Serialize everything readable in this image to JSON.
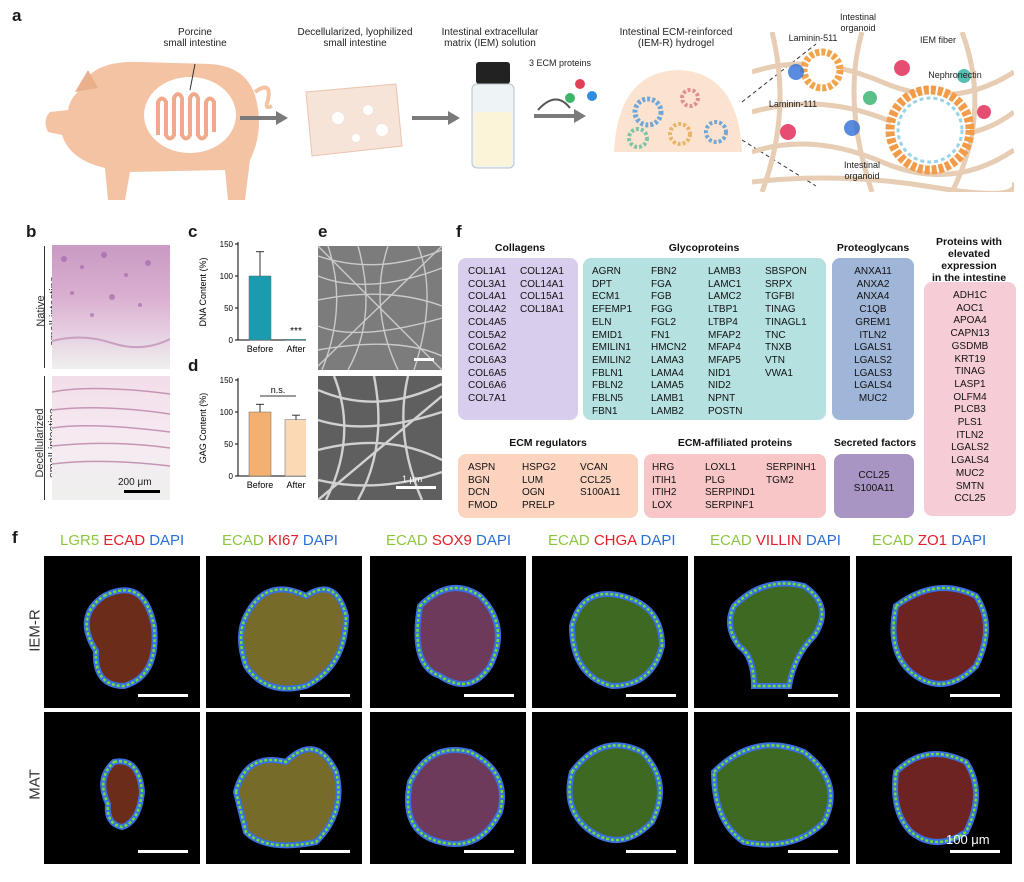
{
  "panels": {
    "a": "a",
    "b": "b",
    "c": "c",
    "d": "d",
    "e": "e",
    "f1": "f",
    "f2": "f"
  },
  "panel_a": {
    "pig_label": "Porcine\nsmall intestine",
    "step1": "Decellularized, lyophilized\nsmall intestine",
    "step2": "Intestinal extracellular\nmatrix (IEM) solution",
    "ecm_proteins": "3 ECM proteins",
    "hydrogel": "Intestinal ECM-reinforced\n(IEM-R) hydrogel",
    "callouts": {
      "lam511": "Laminin-511",
      "organoid_top": "Intestinal\norganoid",
      "iem_fiber": "IEM fiber",
      "nephronectin": "Nephronectin",
      "lam111": "Laminin-111",
      "organoid_bottom": "Intestinal\norganoid"
    }
  },
  "panel_b": {
    "native": "Native\nsmall intestine",
    "decell": "Decellularized\nsmall intestine",
    "scale": "200 μm"
  },
  "chart_data": [
    {
      "type": "bar",
      "panel": "c",
      "categories": [
        "Before",
        "After"
      ],
      "values": [
        100,
        1
      ],
      "errors": [
        38,
        0
      ],
      "ylabel": "DNA Content (%)",
      "ylim": [
        0,
        150
      ],
      "yticks": [
        0,
        50,
        100,
        150
      ],
      "annotation": "***",
      "colors": [
        "#1a9bb0",
        "#1a9bb0"
      ]
    },
    {
      "type": "bar",
      "panel": "d",
      "categories": [
        "Before",
        "After"
      ],
      "values": [
        100,
        88
      ],
      "errors": [
        12,
        7
      ],
      "ylabel": "GAG Content (%)",
      "ylim": [
        0,
        150
      ],
      "yticks": [
        0,
        50,
        100,
        150
      ],
      "annotation": "n.s.",
      "colors": [
        "#f3b071",
        "#fbd9b5"
      ]
    }
  ],
  "panel_e": {
    "scale": "1 μm"
  },
  "panel_f_table": {
    "collagens": {
      "title": "Collagens",
      "col1": [
        "COL1A1",
        "COL3A1",
        "COL4A1",
        "COL4A2",
        "COL4A5",
        "COL5A2",
        "COL6A2",
        "COL6A3",
        "COL6A5",
        "COL6A6",
        "COL7A1"
      ],
      "col2": [
        "COL12A1",
        "COL14A1",
        "COL15A1",
        "COL18A1"
      ]
    },
    "glycoproteins": {
      "title": "Glycoproteins",
      "col1": [
        "AGRN",
        "DPT",
        "ECM1",
        "EFEMP1",
        "ELN",
        "EMID1",
        "EMILIN1",
        "EMILIN2",
        "FBLN1",
        "FBLN2",
        "FBLN5",
        "FBN1"
      ],
      "col2": [
        "FBN2",
        "FGA",
        "FGB",
        "FGG",
        "FGL2",
        "FN1",
        "HMCN2",
        "LAMA3",
        "LAMA4",
        "LAMA5",
        "LAMB1",
        "LAMB2"
      ],
      "col3": [
        "LAMB3",
        "LAMC1",
        "LAMC2",
        "LTBP1",
        "LTBP4",
        "MFAP2",
        "MFAP4",
        "MFAP5",
        "NID1",
        "NID2",
        "NPNT",
        "POSTN"
      ],
      "col4": [
        "SBSPON",
        "SRPX",
        "TGFBI",
        "TINAG",
        "TINAGL1",
        "TNC",
        "TNXB",
        "VTN",
        "VWA1"
      ]
    },
    "proteoglycans": {
      "title": "Proteoglycans",
      "col1": [
        "ANXA11",
        "ANXA2",
        "ANXA4",
        "C1QB",
        "GREM1",
        "ITLN2",
        "LGALS1",
        "LGALS2",
        "LGALS3",
        "LGALS4",
        "MUC2"
      ]
    },
    "elevated": {
      "title": "Proteins with\nelevated expression\nin the intestine",
      "col1": [
        "ADH1C",
        "AOC1",
        "APOA4",
        "CAPN13",
        "GSDMB",
        "KRT19",
        "TINAG",
        "LASP1",
        "OLFM4",
        "PLCB3",
        "PLS1",
        "ITLN2",
        "LGALS2",
        "LGALS4",
        "MUC2",
        "SMTN",
        "CCL25"
      ]
    },
    "regulators": {
      "title": "ECM regulators",
      "col1": [
        "ASPN",
        "BGN",
        "DCN",
        "FMOD"
      ],
      "col2": [
        "HSPG2",
        "LUM",
        "OGN",
        "PRELP"
      ],
      "col3": [
        "VCAN",
        "CCL25",
        "S100A11"
      ]
    },
    "affiliated": {
      "title": "ECM-affiliated  proteins",
      "col1": [
        "HRG",
        "ITIH1",
        "ITIH2",
        "LOX"
      ],
      "col2": [
        "LOXL1",
        "PLG",
        "SERPIND1",
        "SERPINF1"
      ],
      "col3": [
        "SERPINH1",
        "TGM2"
      ]
    },
    "secreted": {
      "title": "Secreted factors",
      "col1": [
        "CCL25",
        "S100A11"
      ]
    }
  },
  "panel_f_images": {
    "rows": [
      "IEM-R",
      "MAT"
    ],
    "stains": [
      [
        {
          "t": "LGR5 ",
          "c": "#8cc63f"
        },
        {
          "t": "ECAD ",
          "c": "#e0202a"
        },
        {
          "t": "DAPI",
          "c": "#2a6fd6"
        }
      ],
      [
        {
          "t": "ECAD ",
          "c": "#8cc63f"
        },
        {
          "t": "KI67 ",
          "c": "#e0202a"
        },
        {
          "t": "DAPI",
          "c": "#2a6fd6"
        }
      ],
      [
        {
          "t": "ECAD ",
          "c": "#8cc63f"
        },
        {
          "t": "SOX9 ",
          "c": "#e0202a"
        },
        {
          "t": "DAPI",
          "c": "#2a6fd6"
        }
      ],
      [
        {
          "t": "ECAD ",
          "c": "#8cc63f"
        },
        {
          "t": "CHGA ",
          "c": "#e0202a"
        },
        {
          "t": "DAPI",
          "c": "#2a6fd6"
        }
      ],
      [
        {
          "t": "ECAD ",
          "c": "#8cc63f"
        },
        {
          "t": "VILLIN ",
          "c": "#e0202a"
        },
        {
          "t": "DAPI",
          "c": "#2a6fd6"
        }
      ],
      [
        {
          "t": "ECAD ",
          "c": "#8cc63f"
        },
        {
          "t": "ZO1 ",
          "c": "#e0202a"
        },
        {
          "t": "DAPI",
          "c": "#2a6fd6"
        }
      ]
    ],
    "scale": "100 μm"
  },
  "colors": {
    "collagen_box": "#d9cdee",
    "glyco_box": "#b6e1e1",
    "proteo_box": "#9fb6d8",
    "elevated_box": "#f6cdd6",
    "regulator_box": "#fbd3bf",
    "affiliated_box": "#f8c6c6",
    "secreted_box": "#a895c3",
    "pig": "#f3c3a3"
  }
}
